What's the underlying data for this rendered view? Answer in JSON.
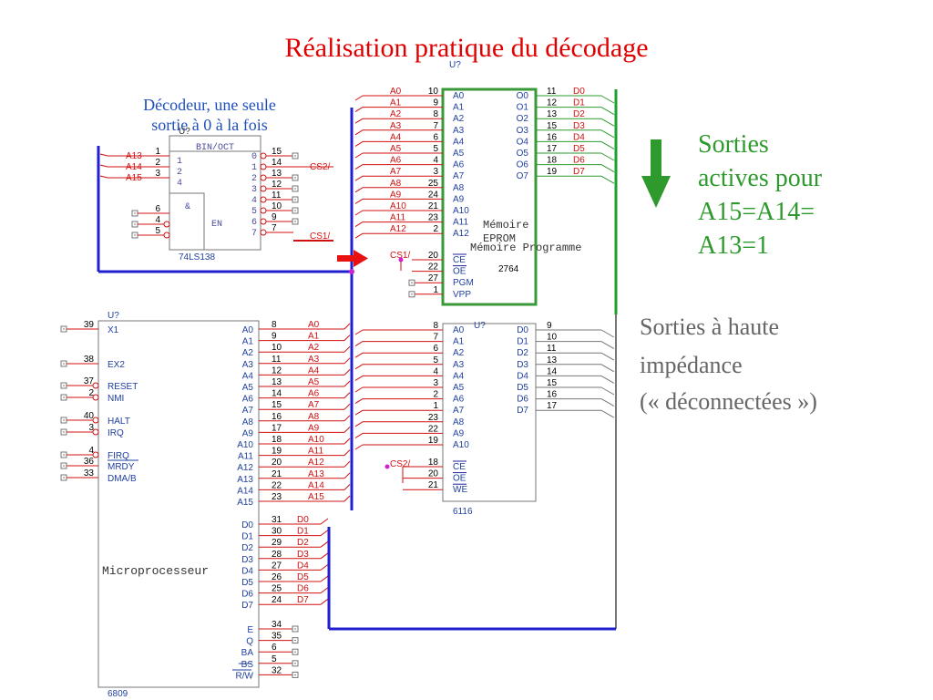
{
  "title": "Réalisation pratique du décodage",
  "notes": {
    "decoder": [
      "Décodeur, une seule",
      "sortie à 0 à la fois"
    ],
    "active_outputs": [
      "Sorties",
      "actives pour",
      "A15=A14=",
      "A13=1"
    ],
    "high_impedance": [
      "Sorties à haute",
      "impédance",
      "(« déconnectées »)"
    ]
  },
  "colors": {
    "title": "#e00000",
    "decoder_note": "#1f4fbf",
    "active_note": "#2e9a2e",
    "hiz_note": "#666666",
    "bus": "#1f1fd0",
    "signal": "#d01010",
    "data_out": "#2e9a2e",
    "eprom_border": "#3a9a3a",
    "arrow_red": "#e81010",
    "arrow_green": "#2e9a2e"
  },
  "decoder": {
    "ref": "U?",
    "func": "BIN/OCT",
    "enable_symbol": "&",
    "en_label": "EN",
    "part": "74LS138",
    "sel_pins": [
      "1",
      "2",
      "4"
    ],
    "inputs": [
      {
        "sig": "A13",
        "pin": "1"
      },
      {
        "sig": "A14",
        "pin": "2"
      },
      {
        "sig": "A15",
        "pin": "3"
      }
    ],
    "enable_pins": [
      "6",
      "4",
      "5"
    ],
    "outputs": [
      {
        "num": "0",
        "pin": "15"
      },
      {
        "num": "1",
        "pin": "14"
      },
      {
        "num": "2",
        "pin": "13"
      },
      {
        "num": "3",
        "pin": "12"
      },
      {
        "num": "4",
        "pin": "11"
      },
      {
        "num": "5",
        "pin": "10"
      },
      {
        "num": "6",
        "pin": "9"
      },
      {
        "num": "7",
        "pin": "7"
      }
    ],
    "cs2_label": "CS2/",
    "cs1_label": "CS1/"
  },
  "eprom": {
    "ref": "U?",
    "part": "2764",
    "name1": "Mémoire",
    "name2": "EPROM",
    "name3": "Mémoire Programme",
    "addr": [
      {
        "sig": "A0",
        "pin": "10"
      },
      {
        "sig": "A1",
        "pin": "9"
      },
      {
        "sig": "A2",
        "pin": "8"
      },
      {
        "sig": "A3",
        "pin": "7"
      },
      {
        "sig": "A4",
        "pin": "6"
      },
      {
        "sig": "A5",
        "pin": "5"
      },
      {
        "sig": "A6",
        "pin": "4"
      },
      {
        "sig": "A7",
        "pin": "3"
      },
      {
        "sig": "A8",
        "pin": "25"
      },
      {
        "sig": "A9",
        "pin": "24"
      },
      {
        "sig": "A10",
        "pin": "21"
      },
      {
        "sig": "A11",
        "pin": "23"
      },
      {
        "sig": "A12",
        "pin": "2"
      }
    ],
    "data": [
      {
        "pin_name": "O0",
        "pin": "11",
        "sig": "D0"
      },
      {
        "pin_name": "O1",
        "pin": "12",
        "sig": "D1"
      },
      {
        "pin_name": "O2",
        "pin": "13",
        "sig": "D2"
      },
      {
        "pin_name": "O3",
        "pin": "15",
        "sig": "D3"
      },
      {
        "pin_name": "O4",
        "pin": "16",
        "sig": "D4"
      },
      {
        "pin_name": "O5",
        "pin": "17",
        "sig": "D5"
      },
      {
        "pin_name": "O6",
        "pin": "18",
        "sig": "D6"
      },
      {
        "pin_name": "O7",
        "pin": "19",
        "sig": "D7"
      }
    ],
    "ctrl": [
      {
        "name": "CE",
        "pin": "20"
      },
      {
        "name": "OE",
        "pin": "22"
      },
      {
        "name": "PGM",
        "pin": "27"
      },
      {
        "name": "VPP",
        "pin": "1"
      }
    ],
    "cs_label": "CS1/"
  },
  "ram": {
    "ref": "U?",
    "part": "6116",
    "addr": [
      {
        "sig": "A0",
        "pin": "8"
      },
      {
        "sig": "A1",
        "pin": "7"
      },
      {
        "sig": "A2",
        "pin": "6"
      },
      {
        "sig": "A3",
        "pin": "5"
      },
      {
        "sig": "A4",
        "pin": "4"
      },
      {
        "sig": "A5",
        "pin": "3"
      },
      {
        "sig": "A6",
        "pin": "2"
      },
      {
        "sig": "A7",
        "pin": "1"
      },
      {
        "sig": "A8",
        "pin": "23"
      },
      {
        "sig": "A9",
        "pin": "22"
      },
      {
        "sig": "A10",
        "pin": "19"
      }
    ],
    "data": [
      {
        "pin_name": "D0",
        "pin": "9"
      },
      {
        "pin_name": "D1",
        "pin": "10"
      },
      {
        "pin_name": "D2",
        "pin": "11"
      },
      {
        "pin_name": "D3",
        "pin": "13"
      },
      {
        "pin_name": "D4",
        "pin": "14"
      },
      {
        "pin_name": "D5",
        "pin": "15"
      },
      {
        "pin_name": "D6",
        "pin": "16"
      },
      {
        "pin_name": "D7",
        "pin": "17"
      }
    ],
    "ctrl": [
      {
        "name": "CE",
        "pin": "18"
      },
      {
        "name": "OE",
        "pin": "20"
      },
      {
        "name": "WE",
        "pin": "21"
      }
    ],
    "cs_label": "CS2/"
  },
  "cpu": {
    "ref": "U?",
    "part": "6809",
    "name": "Microprocesseur",
    "left_pins": [
      {
        "name": "X1",
        "pin": "39"
      },
      {
        "name": "EX2",
        "pin": "38"
      },
      {
        "name": "RESET",
        "pin": "37"
      },
      {
        "name": "NMI",
        "pin": "2"
      },
      {
        "name": "HALT",
        "pin": "40"
      },
      {
        "name": "IRQ",
        "pin": "3"
      },
      {
        "name": "FIRQ",
        "pin": "4"
      },
      {
        "name": "MRDY",
        "pin": "36"
      },
      {
        "name": "DMA/B",
        "pin": "33"
      }
    ],
    "addr": [
      {
        "name": "A0",
        "pin": "8"
      },
      {
        "name": "A1",
        "pin": "9"
      },
      {
        "name": "A2",
        "pin": "10"
      },
      {
        "name": "A3",
        "pin": "11"
      },
      {
        "name": "A4",
        "pin": "12"
      },
      {
        "name": "A5",
        "pin": "13"
      },
      {
        "name": "A6",
        "pin": "14"
      },
      {
        "name": "A7",
        "pin": "15"
      },
      {
        "name": "A8",
        "pin": "16"
      },
      {
        "name": "A9",
        "pin": "17"
      },
      {
        "name": "A10",
        "pin": "18"
      },
      {
        "name": "A11",
        "pin": "19"
      },
      {
        "name": "A12",
        "pin": "20"
      },
      {
        "name": "A13",
        "pin": "21"
      },
      {
        "name": "A14",
        "pin": "22"
      },
      {
        "name": "A15",
        "pin": "23"
      }
    ],
    "data": [
      {
        "name": "D0",
        "pin": "31"
      },
      {
        "name": "D1",
        "pin": "30"
      },
      {
        "name": "D2",
        "pin": "29"
      },
      {
        "name": "D3",
        "pin": "28"
      },
      {
        "name": "D4",
        "pin": "27"
      },
      {
        "name": "D5",
        "pin": "26"
      },
      {
        "name": "D6",
        "pin": "25"
      },
      {
        "name": "D7",
        "pin": "24"
      }
    ],
    "ctrl": [
      {
        "name": "E",
        "pin": "34"
      },
      {
        "name": "Q",
        "pin": "35"
      },
      {
        "name": "BA",
        "pin": "6"
      },
      {
        "name": "BS",
        "pin": "5"
      },
      {
        "name": "R/W",
        "pin": "32"
      }
    ]
  }
}
